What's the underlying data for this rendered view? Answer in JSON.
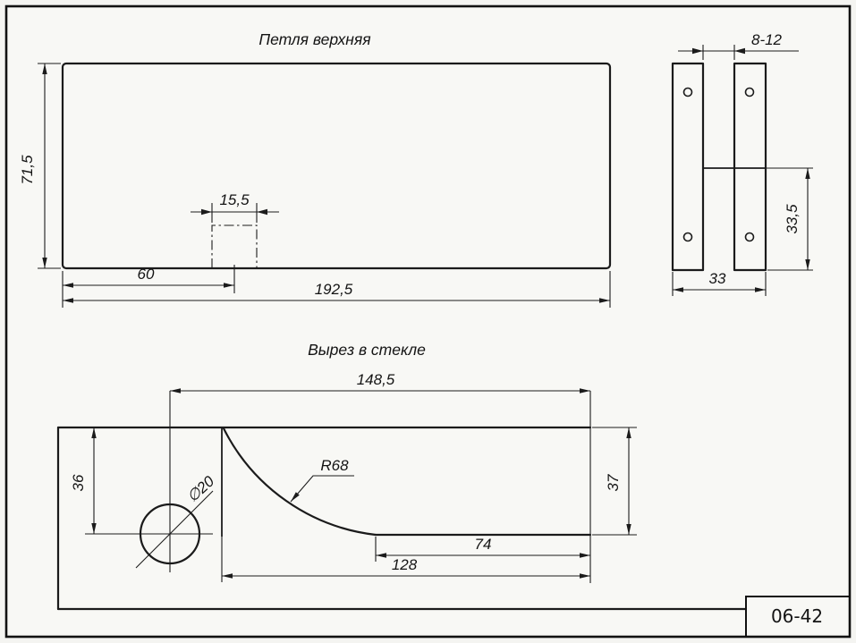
{
  "drawing": {
    "paper_color": "#f4f4f1",
    "ink_color": "#1b1b1b",
    "views": {
      "hinge_front": {
        "title": "Петля верхняя",
        "dims": {
          "height": "71,5",
          "notch_width": "15,5",
          "notch_offset": "60",
          "length": "192,5"
        }
      },
      "hinge_side": {
        "dims": {
          "thickness": "8-12",
          "leaf_height": "33,5",
          "width": "33"
        }
      },
      "glass_cutout": {
        "title": "Вырез в стекле",
        "dims": {
          "length_to_hole": "148,5",
          "hole_offset": "36",
          "hole_diameter": "∅20",
          "radius": "R68",
          "depth": "37",
          "flat_length": "74",
          "cut_length": "128"
        }
      }
    },
    "title_block": {
      "code": "06-42"
    }
  }
}
